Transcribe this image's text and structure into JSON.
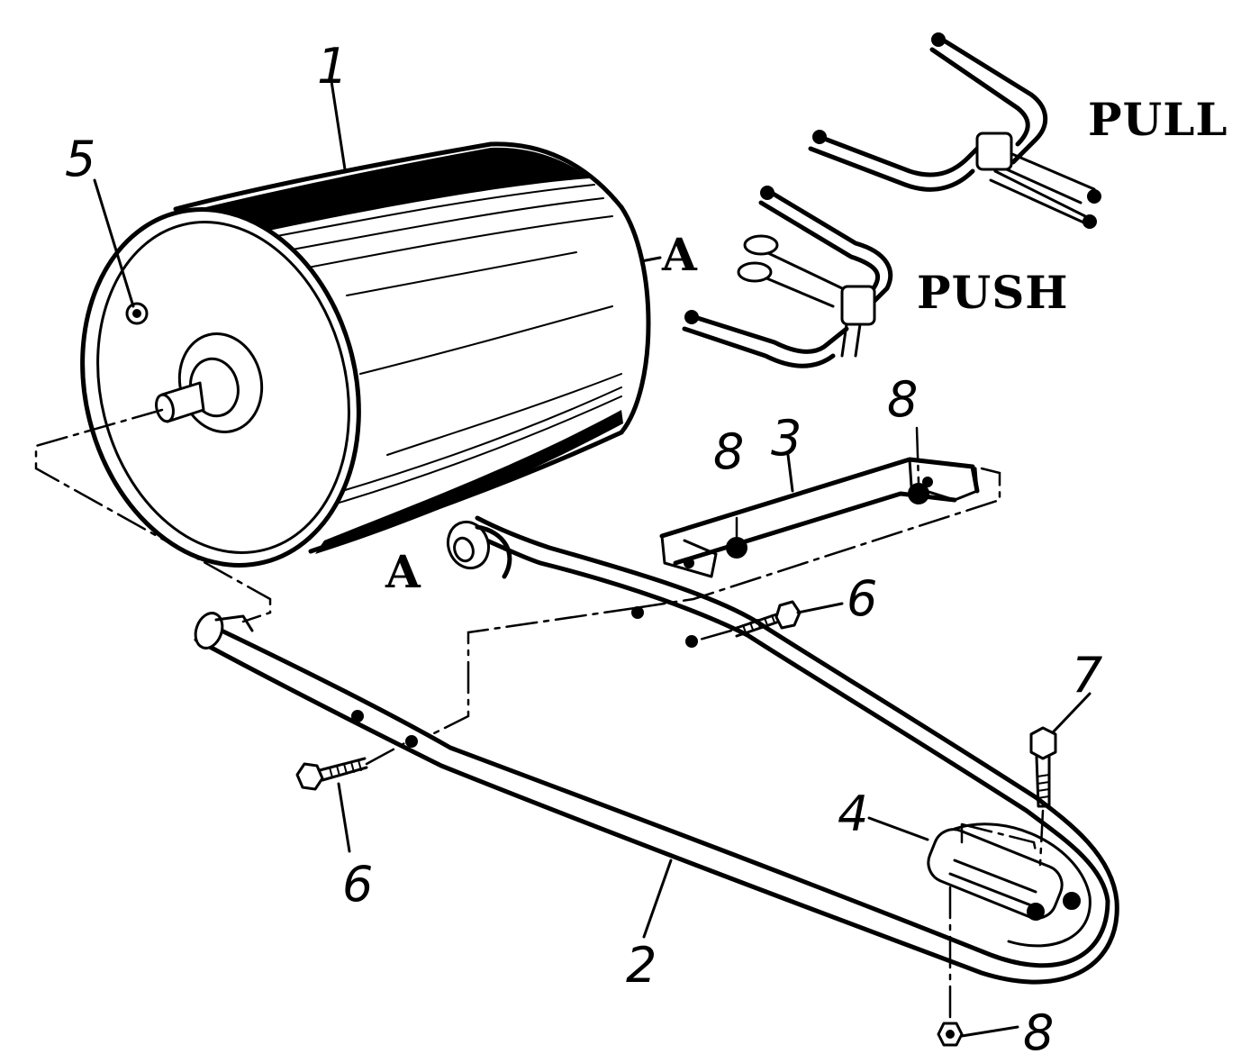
{
  "labels": {
    "part_1": "1",
    "part_2": "2",
    "part_3": "3",
    "part_4": "4",
    "part_5": "5",
    "part_6_upper": "6",
    "part_6_lower": "6",
    "part_7": "7",
    "part_8_left": "8",
    "part_8_right": "8",
    "part_8_bottom": "8",
    "marker_a_drum": "A",
    "marker_a_handle": "A",
    "pull": "PULL",
    "push": "PUSH"
  }
}
